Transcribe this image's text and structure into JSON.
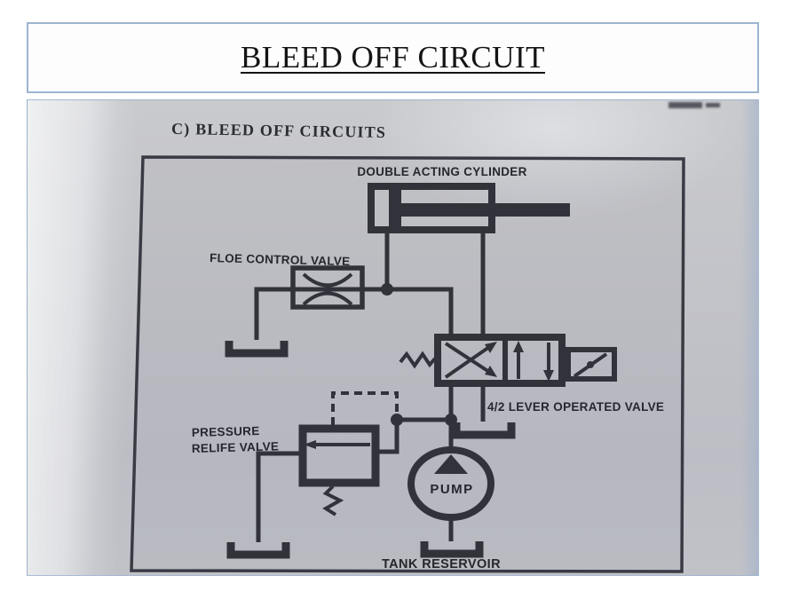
{
  "slide": {
    "title": "BLEED OFF CIRCUIT",
    "background_color": "#ffffff",
    "accent_border_color": "#9db5cf"
  },
  "photo": {
    "heading": "C) BLEED OFF CIRCUITS",
    "paper_color": "#c4c5ca",
    "ink_color": "#32323b",
    "labels": {
      "cylinder": "DOUBLE ACTING CYLINDER",
      "flow_control_valve": "FLOE CONTROL VALVE",
      "lever_valve": "4/2 LEVER OPERATED VALVE",
      "pressure_relief_line1": "PRESSURE",
      "pressure_relief_line2": "RELIFE VALVE",
      "pump": "PUMP",
      "tank": "TANK RESERVOIR"
    },
    "symbols": [
      "double-acting-cylinder",
      "flow-control-valve",
      "4/2-lever-operated-valve",
      "pressure-relief-valve",
      "pump",
      "tank-reservoir"
    ]
  }
}
